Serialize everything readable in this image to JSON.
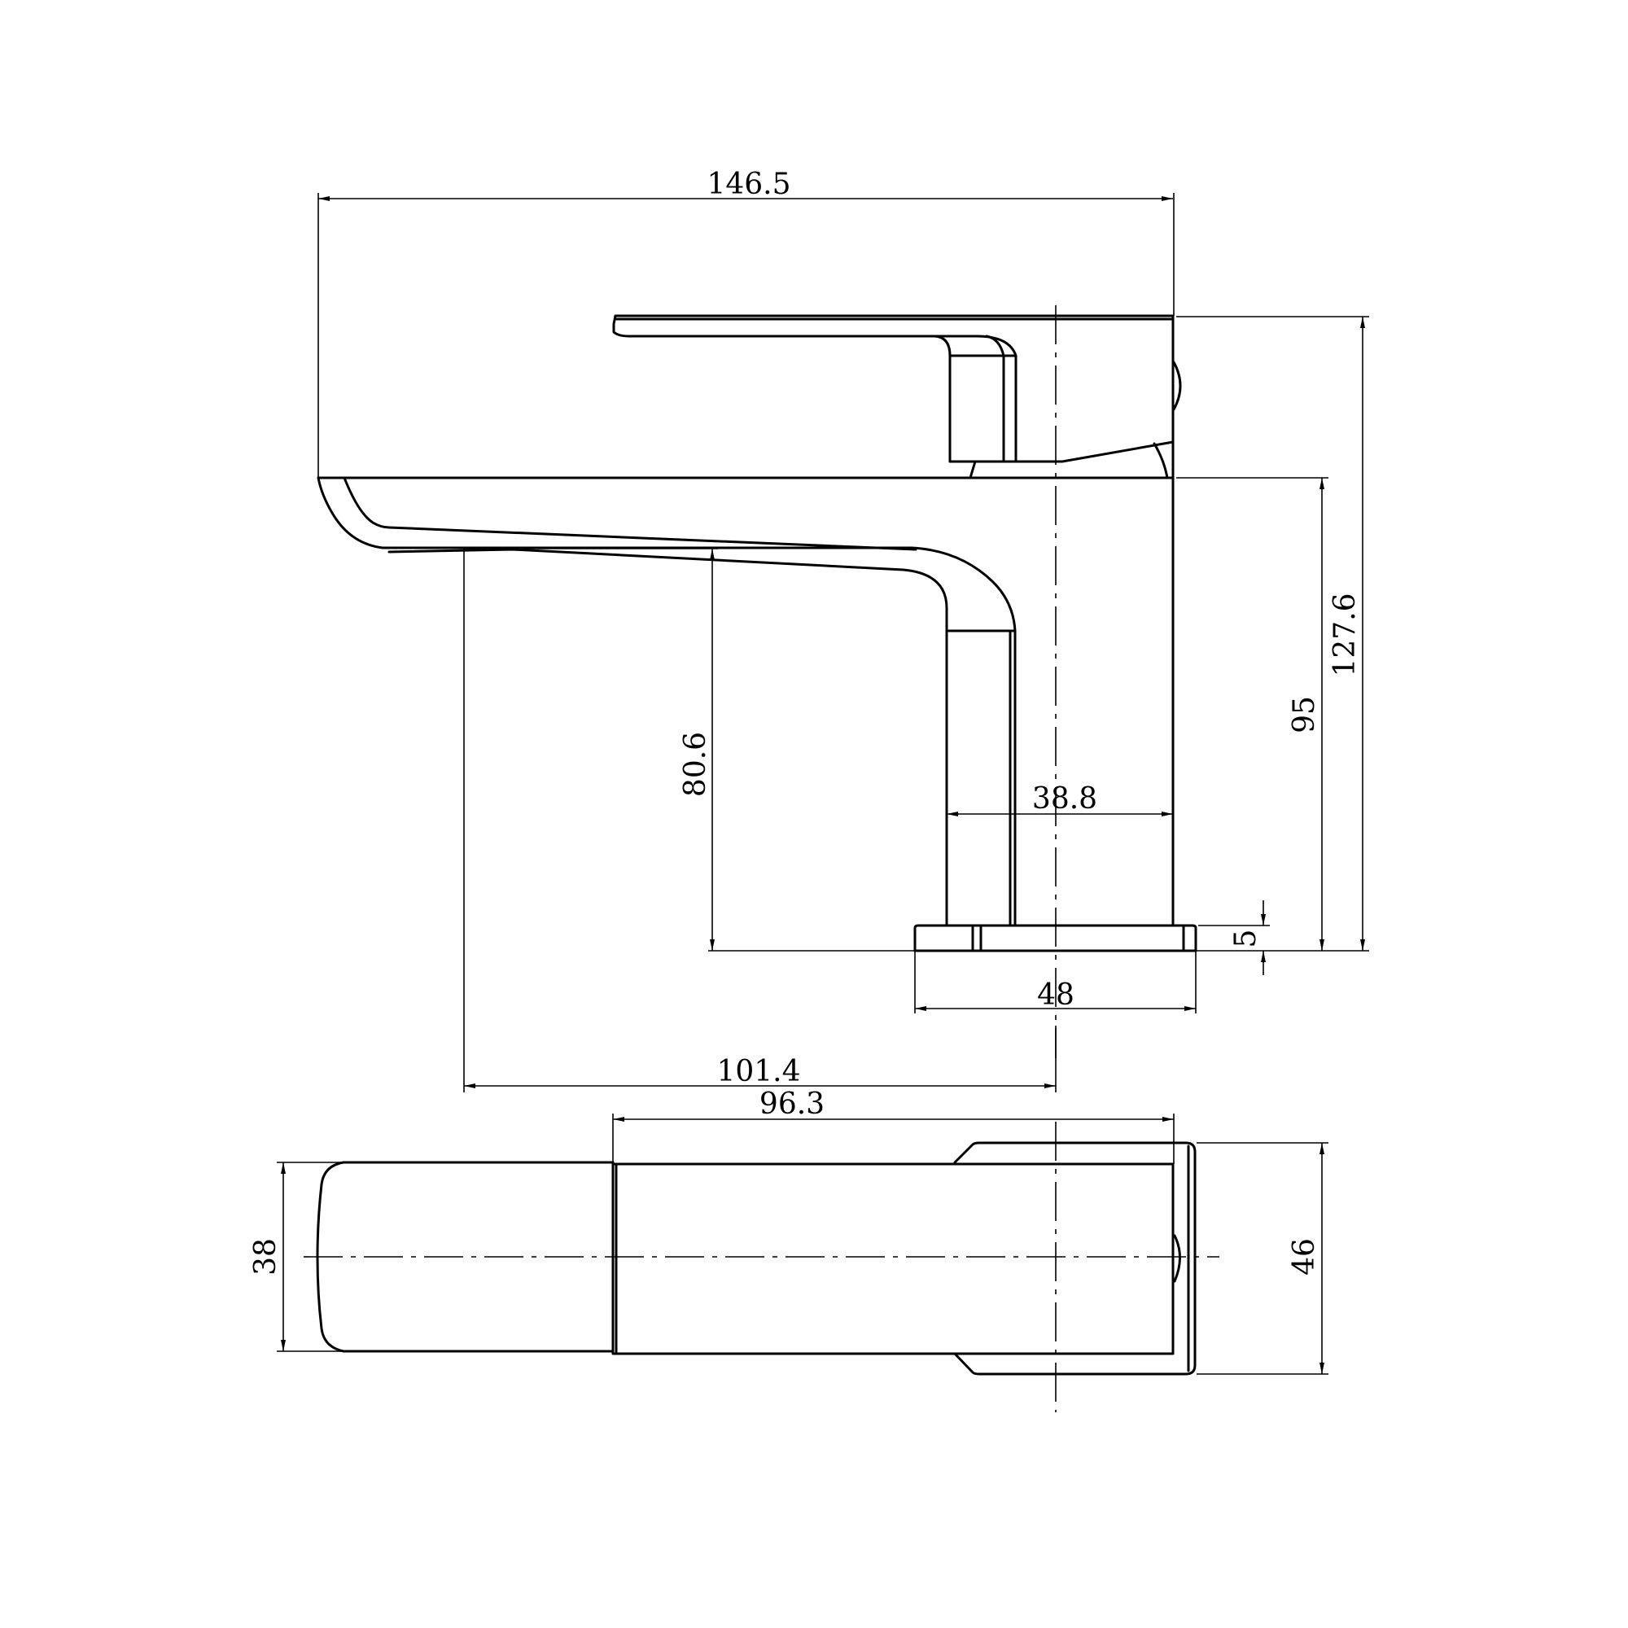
{
  "drawing": {
    "title": "Basin mixer tap - side elevation and plan view",
    "units": "mm",
    "side_view": {
      "dimensions": {
        "overall_length": "146.5",
        "overall_height": "127.6",
        "spout_height": "95",
        "outlet_clearance": "80.6",
        "body_width": "38.8",
        "base_thickness": "5",
        "base_width": "48",
        "spout_projection": "101.4"
      }
    },
    "plan_view": {
      "dimensions": {
        "body_length": "96.3",
        "spout_width": "38",
        "base_depth": "46"
      }
    },
    "line_color": "#000000",
    "background": "#ffffff"
  }
}
